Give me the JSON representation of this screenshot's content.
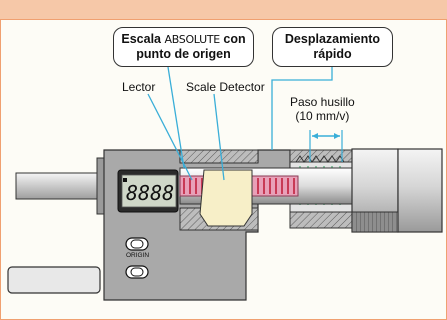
{
  "callouts": {
    "absolute_prefix": "Escala ",
    "absolute_brand": "ABSOLUTE",
    "absolute_suffix": " con",
    "absolute_line2": "punto de origen",
    "rapid_line1": "Desplazamiento",
    "rapid_line2": "rápido"
  },
  "labels": {
    "lector": "Lector",
    "scale_detector": "Scale Detector",
    "paso_line1": "Paso husillo",
    "paso_line2": "(10 mm/v)"
  },
  "device": {
    "display_digits": "8888",
    "origin_button_label": "ORIGIN"
  },
  "colors": {
    "accent_frame": "#f0a070",
    "title_bar": "#f6c8a8",
    "scale_pink": "#e8a0b8",
    "scale_red": "#c83a55",
    "detector_yellow": "#f7efc8",
    "body_gray": "#a9a9a9",
    "leader_cyan": "#3aaed8"
  }
}
